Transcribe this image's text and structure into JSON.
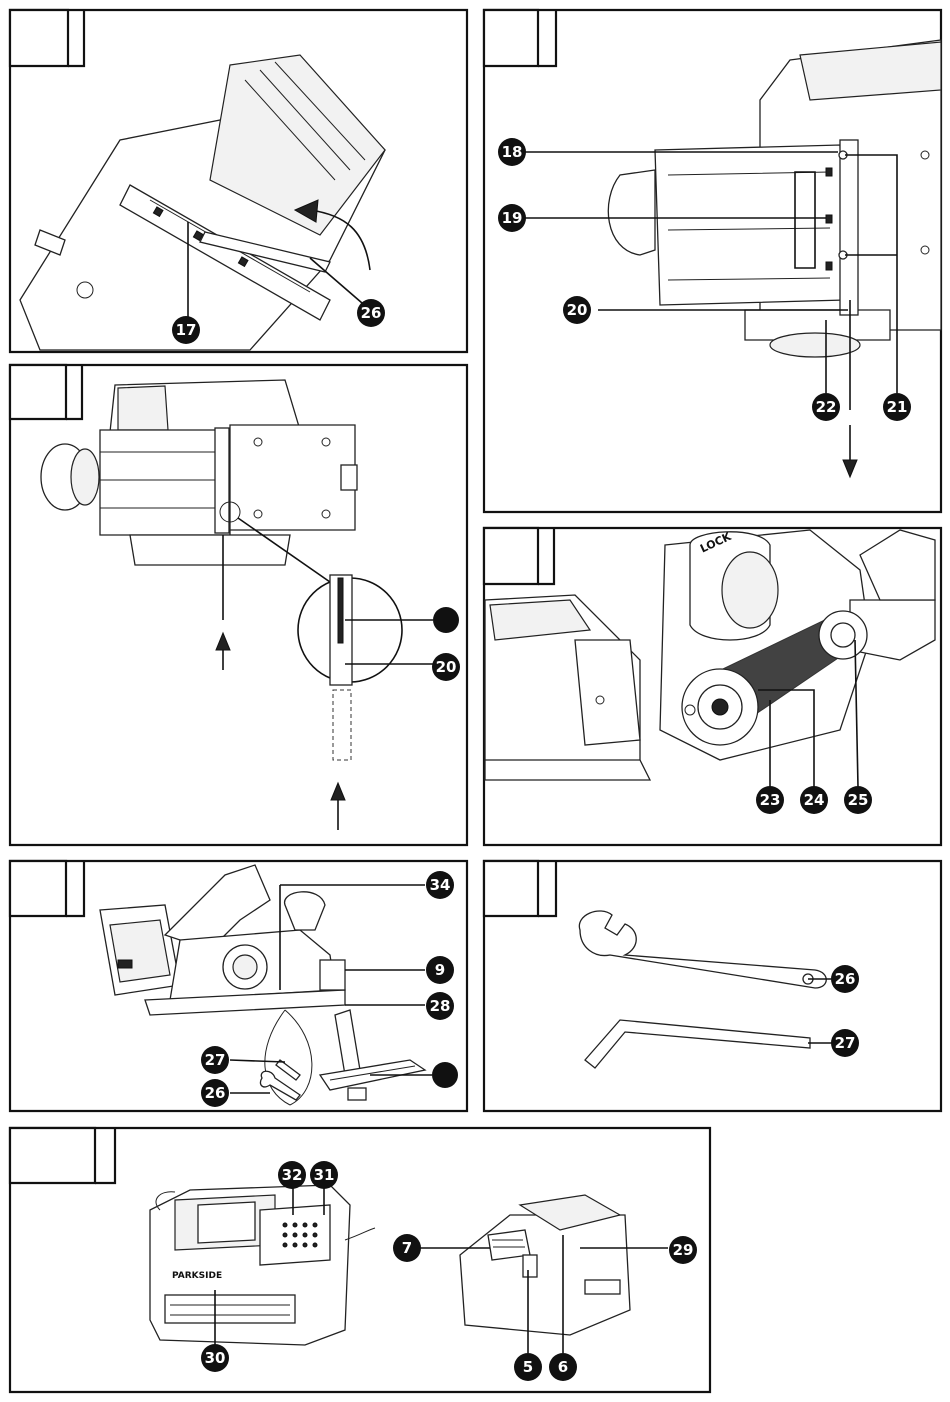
{
  "panels": [
    {
      "id": "panel-a",
      "callouts": [
        "17",
        "26"
      ]
    },
    {
      "id": "panel-b",
      "callouts": [
        "18",
        "19",
        "20",
        "21",
        "22"
      ]
    },
    {
      "id": "panel-c",
      "callouts": [
        "",
        "20"
      ]
    },
    {
      "id": "panel-d",
      "callouts": [
        "23",
        "24",
        "25"
      ]
    },
    {
      "id": "panel-e",
      "callouts": [
        "34",
        "9",
        "28",
        "27",
        "26",
        ""
      ]
    },
    {
      "id": "panel-f",
      "callouts": [
        "26",
        "27"
      ]
    },
    {
      "id": "panel-g",
      "callouts": [
        "32",
        "31",
        "7",
        "29",
        "30",
        "5",
        "6"
      ]
    }
  ],
  "labels": {
    "lock": "LOCK",
    "brand": "PARKSIDE"
  },
  "colors": {
    "line": "#111111",
    "background": "#ffffff",
    "callout_fill": "#111111",
    "callout_text": "#ffffff"
  }
}
